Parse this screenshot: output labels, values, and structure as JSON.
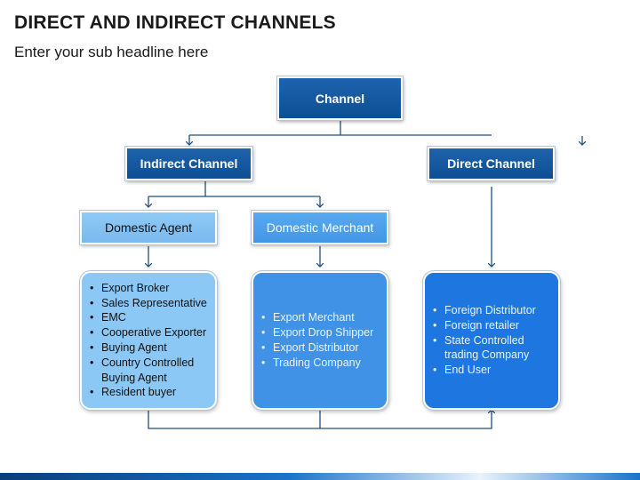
{
  "header": {
    "title": "DIRECT AND INDIRECT CHANNELS",
    "subtitle": "Enter your sub headline here"
  },
  "nodes": {
    "channel": "Channel",
    "indirect": "Indirect Channel",
    "direct": "Direct Channel",
    "domestic_agent": "Domestic Agent",
    "domestic_merchant": "Domestic Merchant"
  },
  "lists": {
    "agent": [
      "Export Broker",
      "Sales Representative",
      "EMC",
      "Cooperative Exporter",
      "Buying Agent",
      "Country Controlled Buying Agent",
      "Resident buyer"
    ],
    "merchant": [
      "Export Merchant",
      "Export Drop Shipper",
      "Export Distributor",
      "Trading Company"
    ],
    "direct": [
      "Foreign Distributor",
      "Foreign retailer",
      "State Controlled trading Company",
      "End User"
    ]
  },
  "colors": {
    "dark_box": "#1560a8",
    "light_box": "#8cc8f6",
    "mid_box": "#4396e4",
    "connector": "#1f4f7f"
  }
}
